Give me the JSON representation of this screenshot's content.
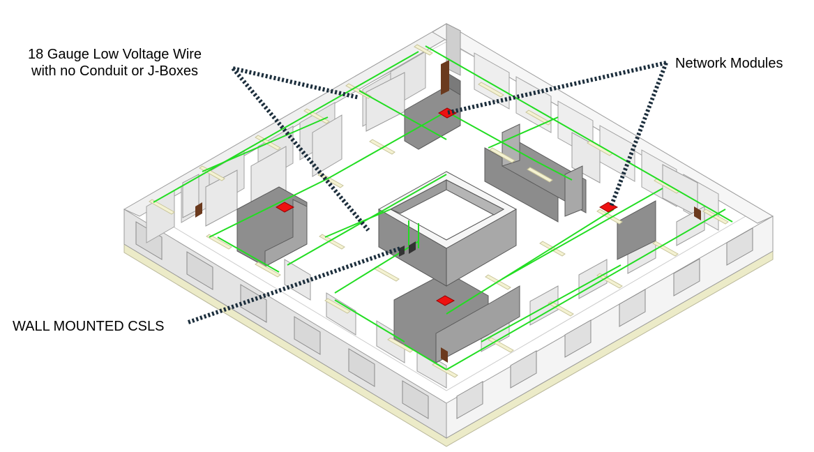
{
  "labels": {
    "wire_line1": "18 Gauge Low Voltage Wire",
    "wire_line2": "with no Conduit or J-Boxes",
    "network_modules": "Network Modules",
    "wall_mounted_csls": "WALL MOUNTED CSLS"
  },
  "colors": {
    "wire": "#22dd22",
    "module": "#ee1111",
    "outer_wall_top": "#f2f2f2",
    "outer_wall_side": "#dcdcdc",
    "floor": "#ffffff",
    "base": "#ecebc8",
    "partition": "#8c8c8c",
    "partition_light": "#e9e9e9",
    "door": "#6b3a1e",
    "leader": "#1c2e3c",
    "fixture": "#f4f2d2"
  }
}
